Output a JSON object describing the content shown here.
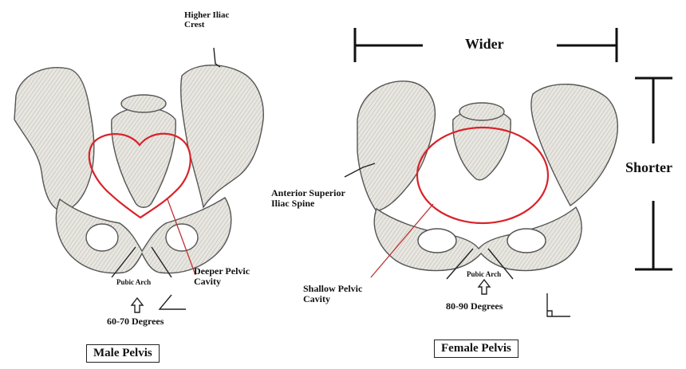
{
  "male": {
    "title": "Male Pelvis",
    "labels": {
      "higher_iliac_crest": "Higher Iliac\nCrest",
      "deeper_pelvic_cavity": "Deeper Pelvic\nCavity",
      "pubic_arch": "Pubic Arch",
      "degrees": "60-70 Degrees"
    }
  },
  "female": {
    "title": "Female Pelvis",
    "labels": {
      "wider": "Wider",
      "shorter": "Shorter",
      "anterior_superior_iliac_spine": "Anterior Superior\nIliac Spine",
      "shallow_pelvic_cavity": "Shallow Pelvic\nCavity",
      "pubic_arch": "Pubic Arch",
      "degrees": "80-90 Degrees"
    }
  },
  "colors": {
    "outline": "#d8232a",
    "bone_fill": "#e4e2dc",
    "bone_stroke": "#555555",
    "text": "#111111"
  }
}
